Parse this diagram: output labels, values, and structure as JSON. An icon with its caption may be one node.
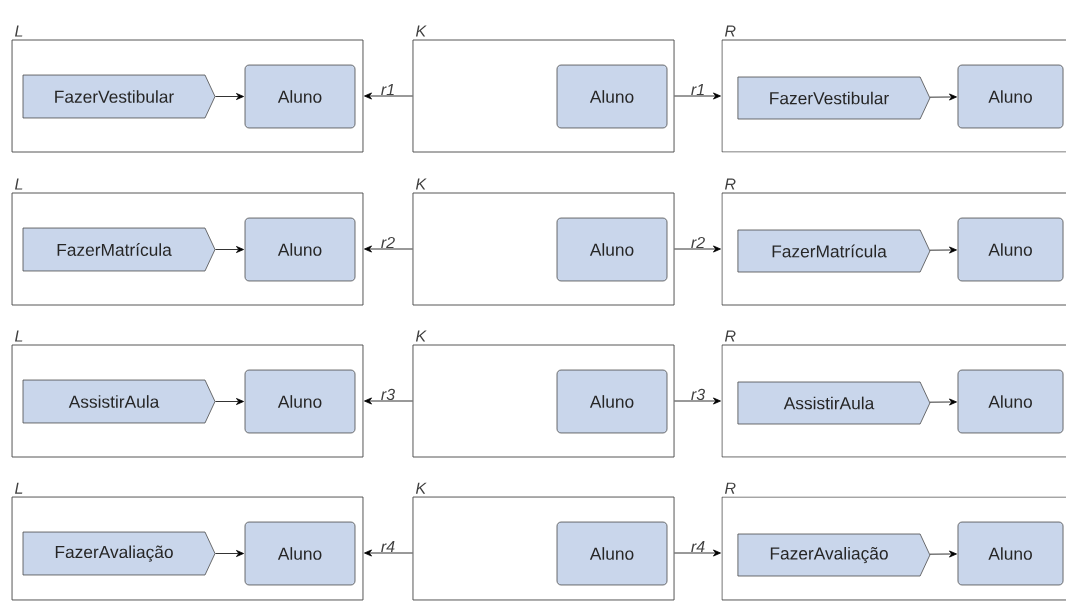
{
  "diagram": {
    "nodes": [
      {
        "text": [
          "L"
        ]
      },
      {
        "text": [
          "FazerVestibular"
        ],
        "in": 0
      },
      {
        "text": [
          "Aluno"
        ],
        "in": 0
      },
      {
        "text": [
          "K"
        ]
      },
      {
        "text": [
          "Aluno"
        ],
        "in": 3
      },
      {
        "text": [
          "R"
        ]
      },
      {
        "text": [
          "FazerVestibular"
        ],
        "in": 5
      },
      {
        "text": [
          "Aluno"
        ],
        "in": 5
      },
      {
        "text": [
          "L"
        ]
      },
      {
        "text": [
          "FazerMatrícula"
        ],
        "in": 8
      },
      {
        "text": [
          "Aluno"
        ],
        "in": 8
      },
      {
        "text": [
          "K"
        ]
      },
      {
        "text": [
          "Aluno"
        ],
        "in": 11
      },
      {
        "text": [
          "R"
        ]
      },
      {
        "text": [
          "FazerMatrícula"
        ],
        "in": 13
      },
      {
        "text": [
          "Aluno"
        ],
        "in": 13
      },
      {
        "text": [
          "L"
        ]
      },
      {
        "text": [
          "AssistirAula"
        ],
        "in": 16
      },
      {
        "text": [
          "Aluno"
        ],
        "in": 16
      },
      {
        "text": [
          "K"
        ]
      },
      {
        "text": [
          "Aluno"
        ],
        "in": 19
      },
      {
        "text": [
          "R"
        ]
      },
      {
        "text": [
          "AssistirAula"
        ],
        "in": 21
      },
      {
        "text": [
          "Aluno"
        ],
        "in": 21
      },
      {
        "text": [
          "L"
        ]
      },
      {
        "text": [
          "FazerAvaliação"
        ],
        "in": 24
      },
      {
        "text": [
          "Aluno"
        ],
        "in": 24
      },
      {
        "text": [
          "K"
        ]
      },
      {
        "text": [
          "Aluno"
        ],
        "in": 27
      },
      {
        "text": [
          "R"
        ]
      },
      {
        "text": [
          "FazerAvaliação"
        ],
        "in": 29
      },
      {
        "text": [
          "Aluno"
        ],
        "in": 29
      }
    ],
    "edges": [
      {
        "from": 1,
        "to": 2,
        "arrow": "to"
      },
      {
        "from": 3,
        "to": 0,
        "arrow": "to",
        "label": "r1"
      },
      {
        "from": 3,
        "to": 5,
        "arrow": "to",
        "label": "r1"
      },
      {
        "from": 6,
        "to": 7,
        "arrow": "to"
      },
      {
        "from": 9,
        "to": 10,
        "arrow": "to"
      },
      {
        "from": 11,
        "to": 8,
        "arrow": "to",
        "label": "r2"
      },
      {
        "from": 11,
        "to": 13,
        "arrow": "to",
        "label": "r2"
      },
      {
        "from": 14,
        "to": 15,
        "arrow": "to"
      },
      {
        "from": 17,
        "to": 18,
        "arrow": "to"
      },
      {
        "from": 19,
        "to": 16,
        "arrow": "to",
        "label": "r3"
      },
      {
        "from": 19,
        "to": 21,
        "arrow": "to",
        "label": "r3"
      },
      {
        "from": 22,
        "to": 23,
        "arrow": "to"
      },
      {
        "from": 25,
        "to": 26,
        "arrow": "to"
      },
      {
        "from": 27,
        "to": 24,
        "arrow": "to",
        "label": "r4"
      },
      {
        "from": 27,
        "to": 29,
        "arrow": "to",
        "label": "r4"
      },
      {
        "from": 30,
        "to": 31,
        "arrow": "to"
      }
    ]
  }
}
